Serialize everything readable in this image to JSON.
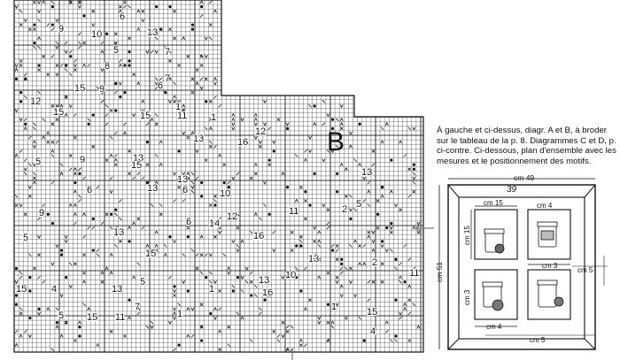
{
  "chart": {
    "section_letter": "B",
    "numbers": [
      "6",
      "9",
      "10",
      "13",
      "5",
      "7",
      "8",
      "7",
      "9",
      "6",
      "15",
      "12",
      "15",
      "15",
      "11",
      "1",
      "12",
      "13",
      "1",
      "16",
      "13",
      "5",
      "9",
      "15",
      "13",
      "6",
      "13",
      "6",
      "10",
      "13",
      "6",
      "15",
      "16",
      "13",
      "5",
      "11",
      "2",
      "15",
      "4",
      "1",
      "13",
      "10",
      "5",
      "15",
      "7",
      "1",
      "13",
      "1",
      "14",
      "5",
      "9",
      "11",
      "12",
      "16",
      "15",
      "2",
      "5",
      "11",
      "4",
      "13"
    ]
  },
  "caption": {
    "text": "À gauche et ci-dessus, diagr. A et B, à broder sur le tableau de la p. 8. Diagrammes C et D, p. ci-contre. Ci-dessous, plan d'ensemble avec les mesures et le positionnement des motifs."
  },
  "plan": {
    "width_label": "cm 49",
    "height_label": "cm 51",
    "handwritten": "39",
    "motif_width_label": "cm 15",
    "motif_height_label_top": "cm 15",
    "gap_top_label": "cm 4",
    "gap_middle_label": "cm 3",
    "left_gap_label": "cm 3",
    "bottom_gap_label": "cm 4",
    "right_margin_label": "cm 5",
    "bottom_margin_label": "cm 5"
  }
}
